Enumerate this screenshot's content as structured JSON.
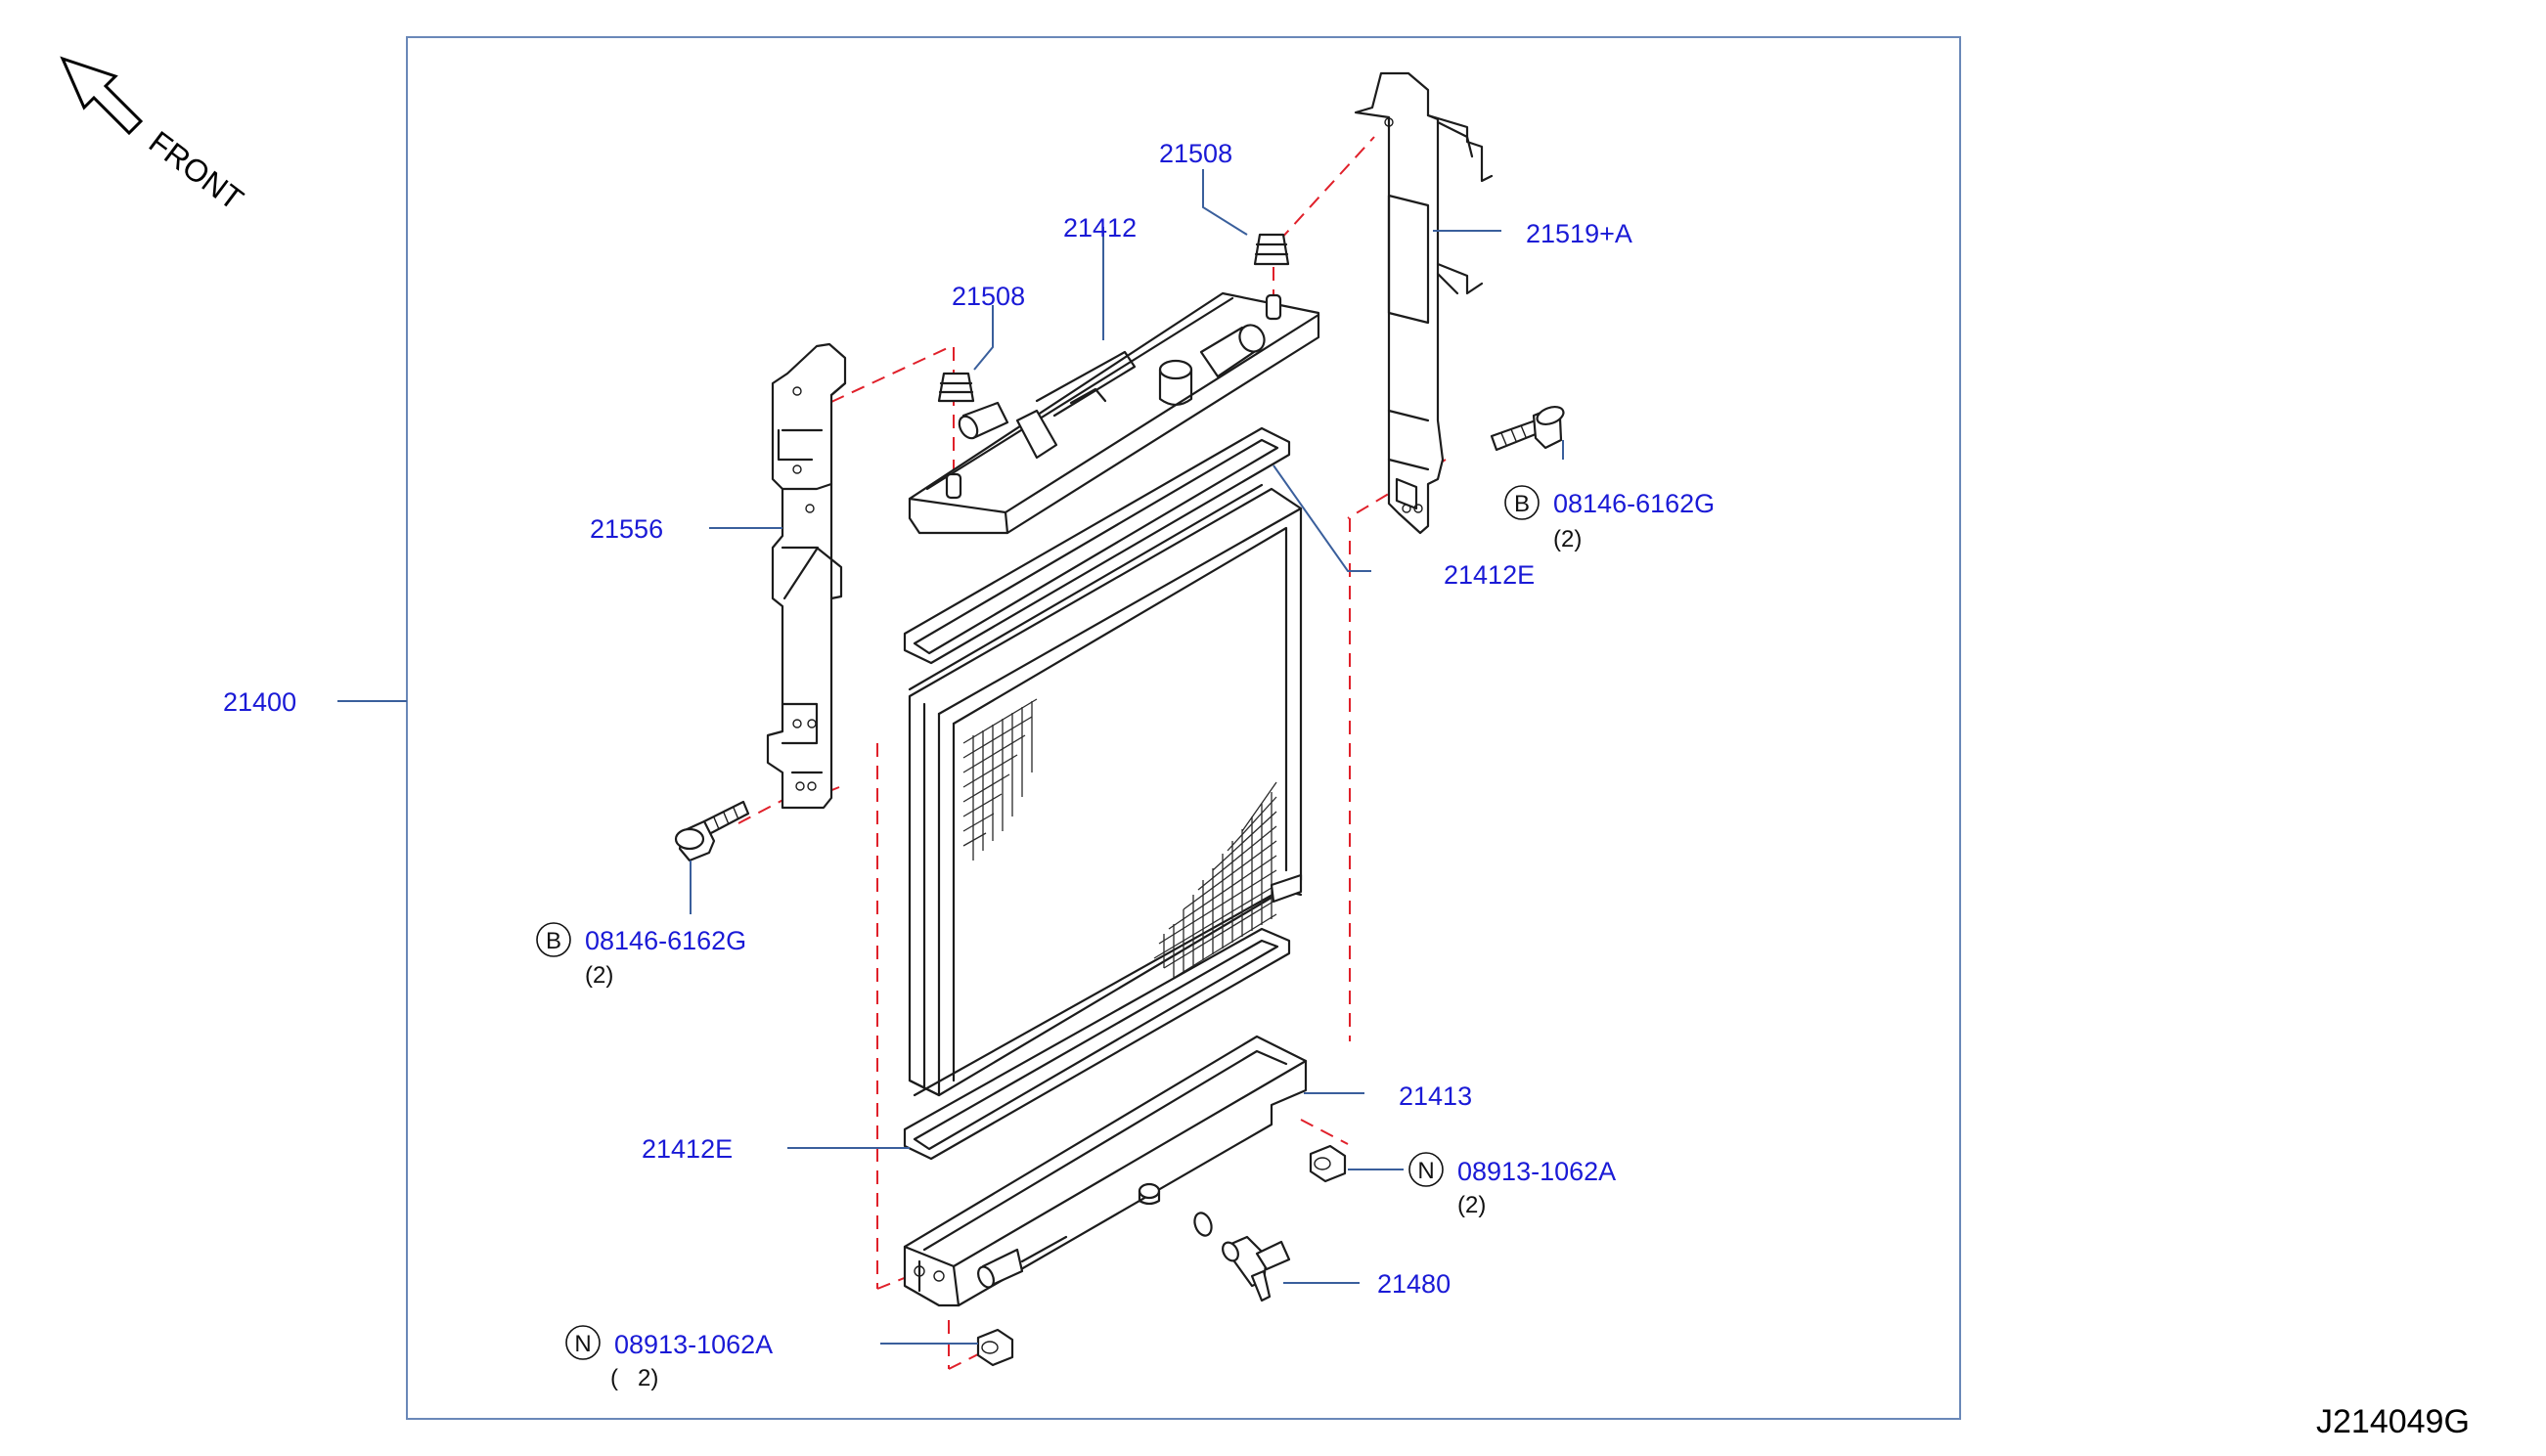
{
  "diagram_code": "J214049G",
  "orientation": {
    "label": "FRONT",
    "icon": "front-arrow-icon"
  },
  "callouts": {
    "p21400": {
      "part_no": "21400"
    },
    "p21412": {
      "part_no": "21412"
    },
    "p21508_a": {
      "part_no": "21508"
    },
    "p21508_b": {
      "part_no": "21508"
    },
    "p21519": {
      "part_no": "21519+A"
    },
    "p21556": {
      "part_no": "21556"
    },
    "p21412e_top": {
      "part_no": "21412E"
    },
    "p21412e_bottom": {
      "part_no": "21412E"
    },
    "p21413": {
      "part_no": "21413"
    },
    "p21480": {
      "part_no": "21480"
    },
    "bolt_right": {
      "symbol": "B",
      "part_no": "08146-6162G",
      "qty": "(2)"
    },
    "bolt_left": {
      "symbol": "B",
      "part_no": "08146-6162G",
      "qty": "(2)"
    },
    "nut_right": {
      "symbol": "N",
      "part_no": "08913-1062A",
      "qty": "(2)"
    },
    "nut_left": {
      "symbol": "N",
      "part_no": "08913-1062A",
      "qty": "(   2)"
    }
  },
  "colors": {
    "part_number": "#1a1ad6",
    "leader_line": "#3a5f9c",
    "mounting_dash": "#e0202a",
    "frame": "#6a88b8"
  }
}
